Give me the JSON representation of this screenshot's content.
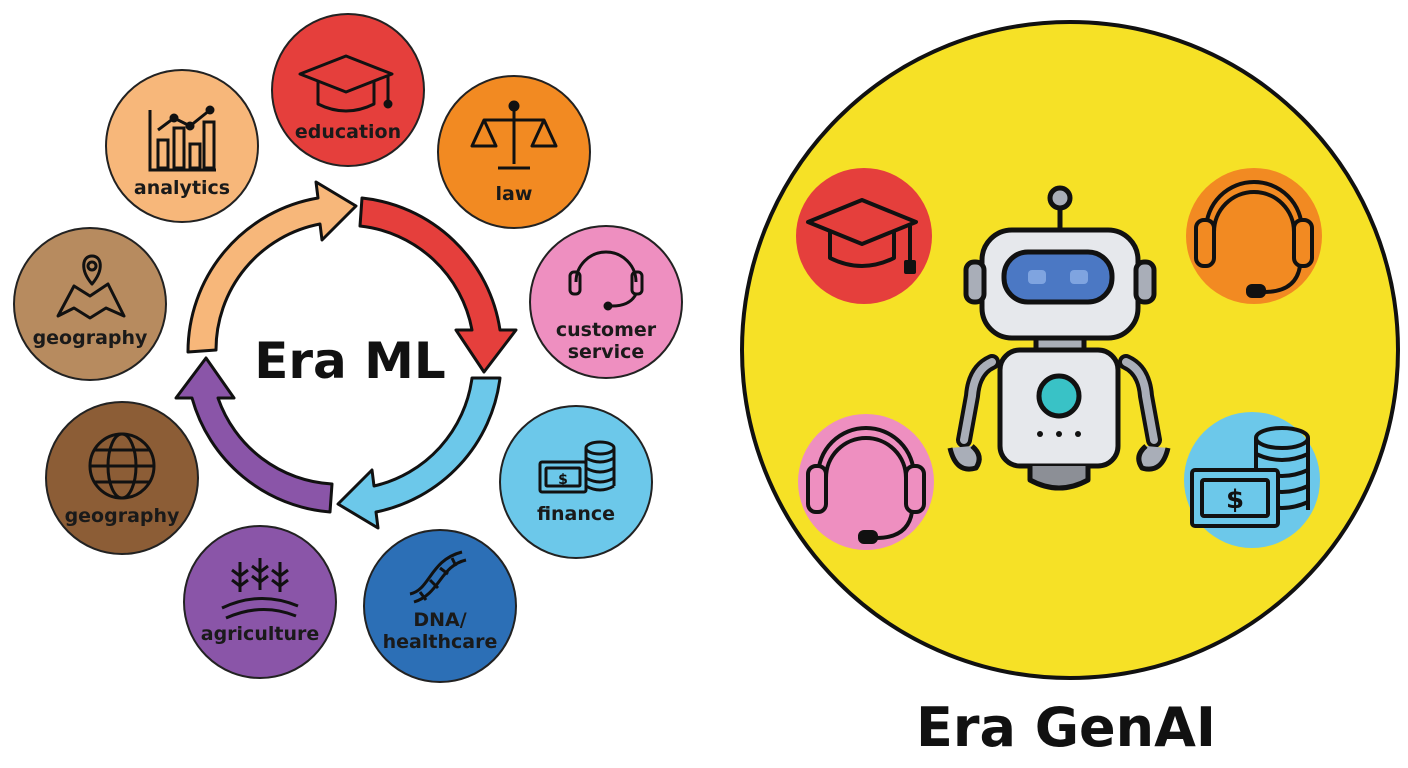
{
  "left": {
    "title": "Era ML",
    "nodes": [
      {
        "key": "education",
        "label": "education",
        "color": "#e53f3c",
        "icon": "graduation-cap-icon"
      },
      {
        "key": "law",
        "label": "law",
        "color": "#f28a22",
        "icon": "scales-icon"
      },
      {
        "key": "customer_service",
        "label_lines": [
          "customer",
          "service"
        ],
        "color": "#ee8fc0",
        "icon": "headset-icon"
      },
      {
        "key": "finance",
        "label": "finance",
        "color": "#6cc8ea",
        "icon": "money-coins-icon"
      },
      {
        "key": "dna",
        "label_lines": [
          "DNA/",
          "healthcare"
        ],
        "color": "#2c6fb6",
        "icon": "dna-icon"
      },
      {
        "key": "agriculture",
        "label": "agriculture",
        "color": "#8a55a8",
        "icon": "wheat-field-icon"
      },
      {
        "key": "geography_globe",
        "label": "geography",
        "color": "#8c5d36",
        "icon": "globe-icon"
      },
      {
        "key": "geography_map",
        "label": "geography",
        "color": "#b78b5f",
        "icon": "map-pin-icon"
      },
      {
        "key": "analytics",
        "label": "analytics",
        "color": "#f7b77a",
        "icon": "bar-chart-icon"
      }
    ],
    "arrow_colors": [
      "#f7b77a",
      "#e53f3c",
      "#6cc8ea",
      "#8a55a8"
    ]
  },
  "right": {
    "title": "Era GenAI",
    "circle_color": "#f6e126",
    "icons": [
      {
        "key": "education",
        "color": "#e53f3c",
        "icon": "graduation-cap-icon"
      },
      {
        "key": "support",
        "color": "#f28a22",
        "icon": "headset-icon"
      },
      {
        "key": "customer_service",
        "color": "#ee8fc0",
        "icon": "headset-icon"
      },
      {
        "key": "finance",
        "color": "#6cc8ea",
        "icon": "money-coins-icon"
      }
    ],
    "robot_icon": "robot-icon"
  }
}
